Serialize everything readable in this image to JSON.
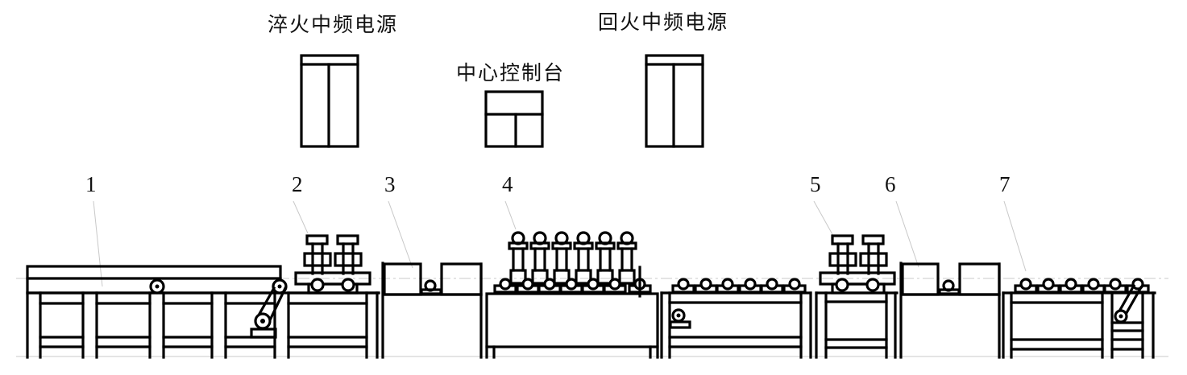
{
  "diagram": {
    "title_labels": {
      "quench_power": "淬火中频电源",
      "control_console": "中心控制台",
      "temper_power": "回火中频电源"
    },
    "stations": [
      {
        "id": "1",
        "label": "1",
        "name": "loading-conveyor"
      },
      {
        "id": "2",
        "label": "2",
        "name": "pinch-roller-quench"
      },
      {
        "id": "3",
        "label": "3",
        "name": "quench-induction-heater"
      },
      {
        "id": "4",
        "label": "4",
        "name": "quench-spray-roller-table"
      },
      {
        "id": "5",
        "label": "5",
        "name": "pinch-roller-temper"
      },
      {
        "id": "6",
        "label": "6",
        "name": "temper-induction-heater"
      },
      {
        "id": "7",
        "label": "7",
        "name": "discharge-roller-table"
      }
    ]
  }
}
